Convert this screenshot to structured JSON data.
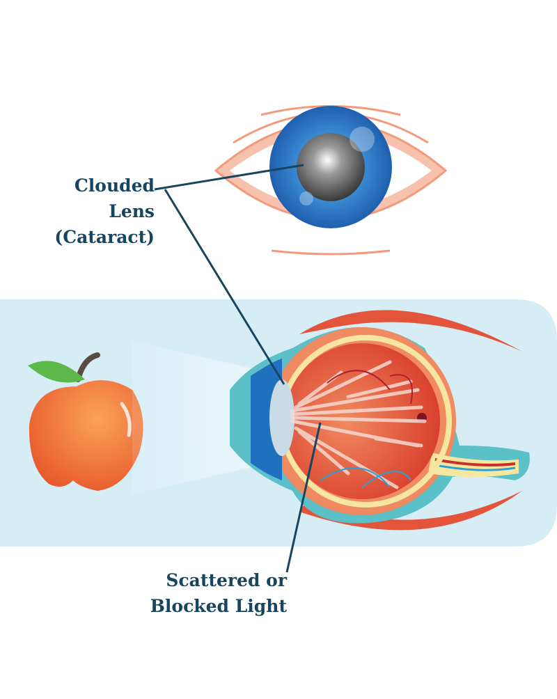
{
  "labels": {
    "clouded_lens": [
      "Clouded",
      "Lens",
      "(Cataract)"
    ],
    "scattered_light": [
      "Scattered or",
      "Blocked Light"
    ]
  },
  "colors": {
    "label": "#17445f",
    "background_band": "#d6edf6",
    "iris": "#2f7fc8",
    "eyelid": "#f4b39a",
    "sclera_outer": "#5bc0c8",
    "eyeball_inner": "#e0503a",
    "apple": "#f07a3a"
  }
}
